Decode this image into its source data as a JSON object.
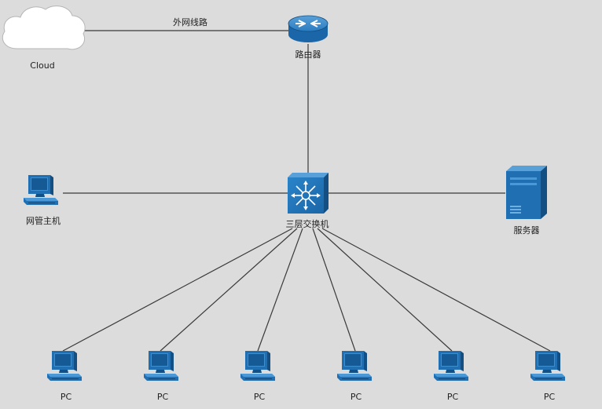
{
  "nodes": {
    "cloud": {
      "label": "Cloud"
    },
    "router": {
      "label": "路由器"
    },
    "switch": {
      "label": "三层交换机"
    },
    "mgmt": {
      "label": "网管主机"
    },
    "server": {
      "label": "服务器"
    },
    "pcs": [
      {
        "label": "PC"
      },
      {
        "label": "PC"
      },
      {
        "label": "PC"
      },
      {
        "label": "PC"
      },
      {
        "label": "PC"
      },
      {
        "label": "PC"
      }
    ]
  },
  "links": {
    "wan_label": "外网线路"
  },
  "colors": {
    "device_blue": "#1f6fb2",
    "device_dark": "#134f82",
    "background": "#dcdcdc",
    "line": "#3a3a3a"
  },
  "icons": {
    "cloud": "cloud-icon",
    "router": "router-icon",
    "switch": "layer3-switch-icon",
    "pc": "pc-icon",
    "server": "server-icon"
  }
}
